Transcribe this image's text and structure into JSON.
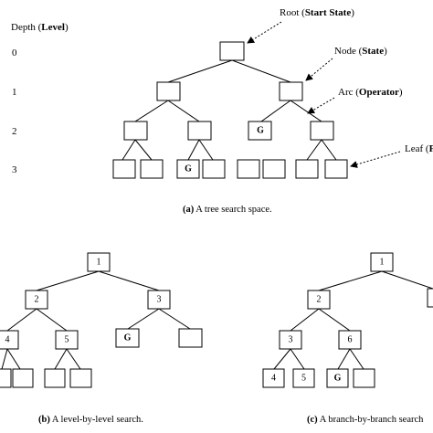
{
  "depth_axis": {
    "title_prefix": "Depth (",
    "title_bold": "Level",
    "title_suffix": ")",
    "levels": [
      "0",
      "1",
      "2",
      "3"
    ]
  },
  "annotations": [
    {
      "prefix": "Root (",
      "bold": "Start State",
      "suffix": ")"
    },
    {
      "prefix": "Node (",
      "bold": "State",
      "suffix": ")"
    },
    {
      "prefix": "Arc (",
      "bold": "Operator",
      "suffix": ")"
    },
    {
      "prefix": "Leaf (",
      "bold": "F",
      "suffix": ""
    }
  ],
  "goal_label": "G",
  "captions": {
    "a": {
      "tag": "(a)",
      "text": " A tree search space."
    },
    "b": {
      "tag": "(b)",
      "text": " A level-by-level search."
    },
    "c": {
      "tag": "(c)",
      "text": " A branch-by-branch search"
    }
  },
  "level_search_labels": [
    "1",
    "2",
    "3",
    "4",
    "5"
  ],
  "branch_search_labels": [
    "1",
    "2",
    "3",
    "4",
    "5",
    "6"
  ]
}
